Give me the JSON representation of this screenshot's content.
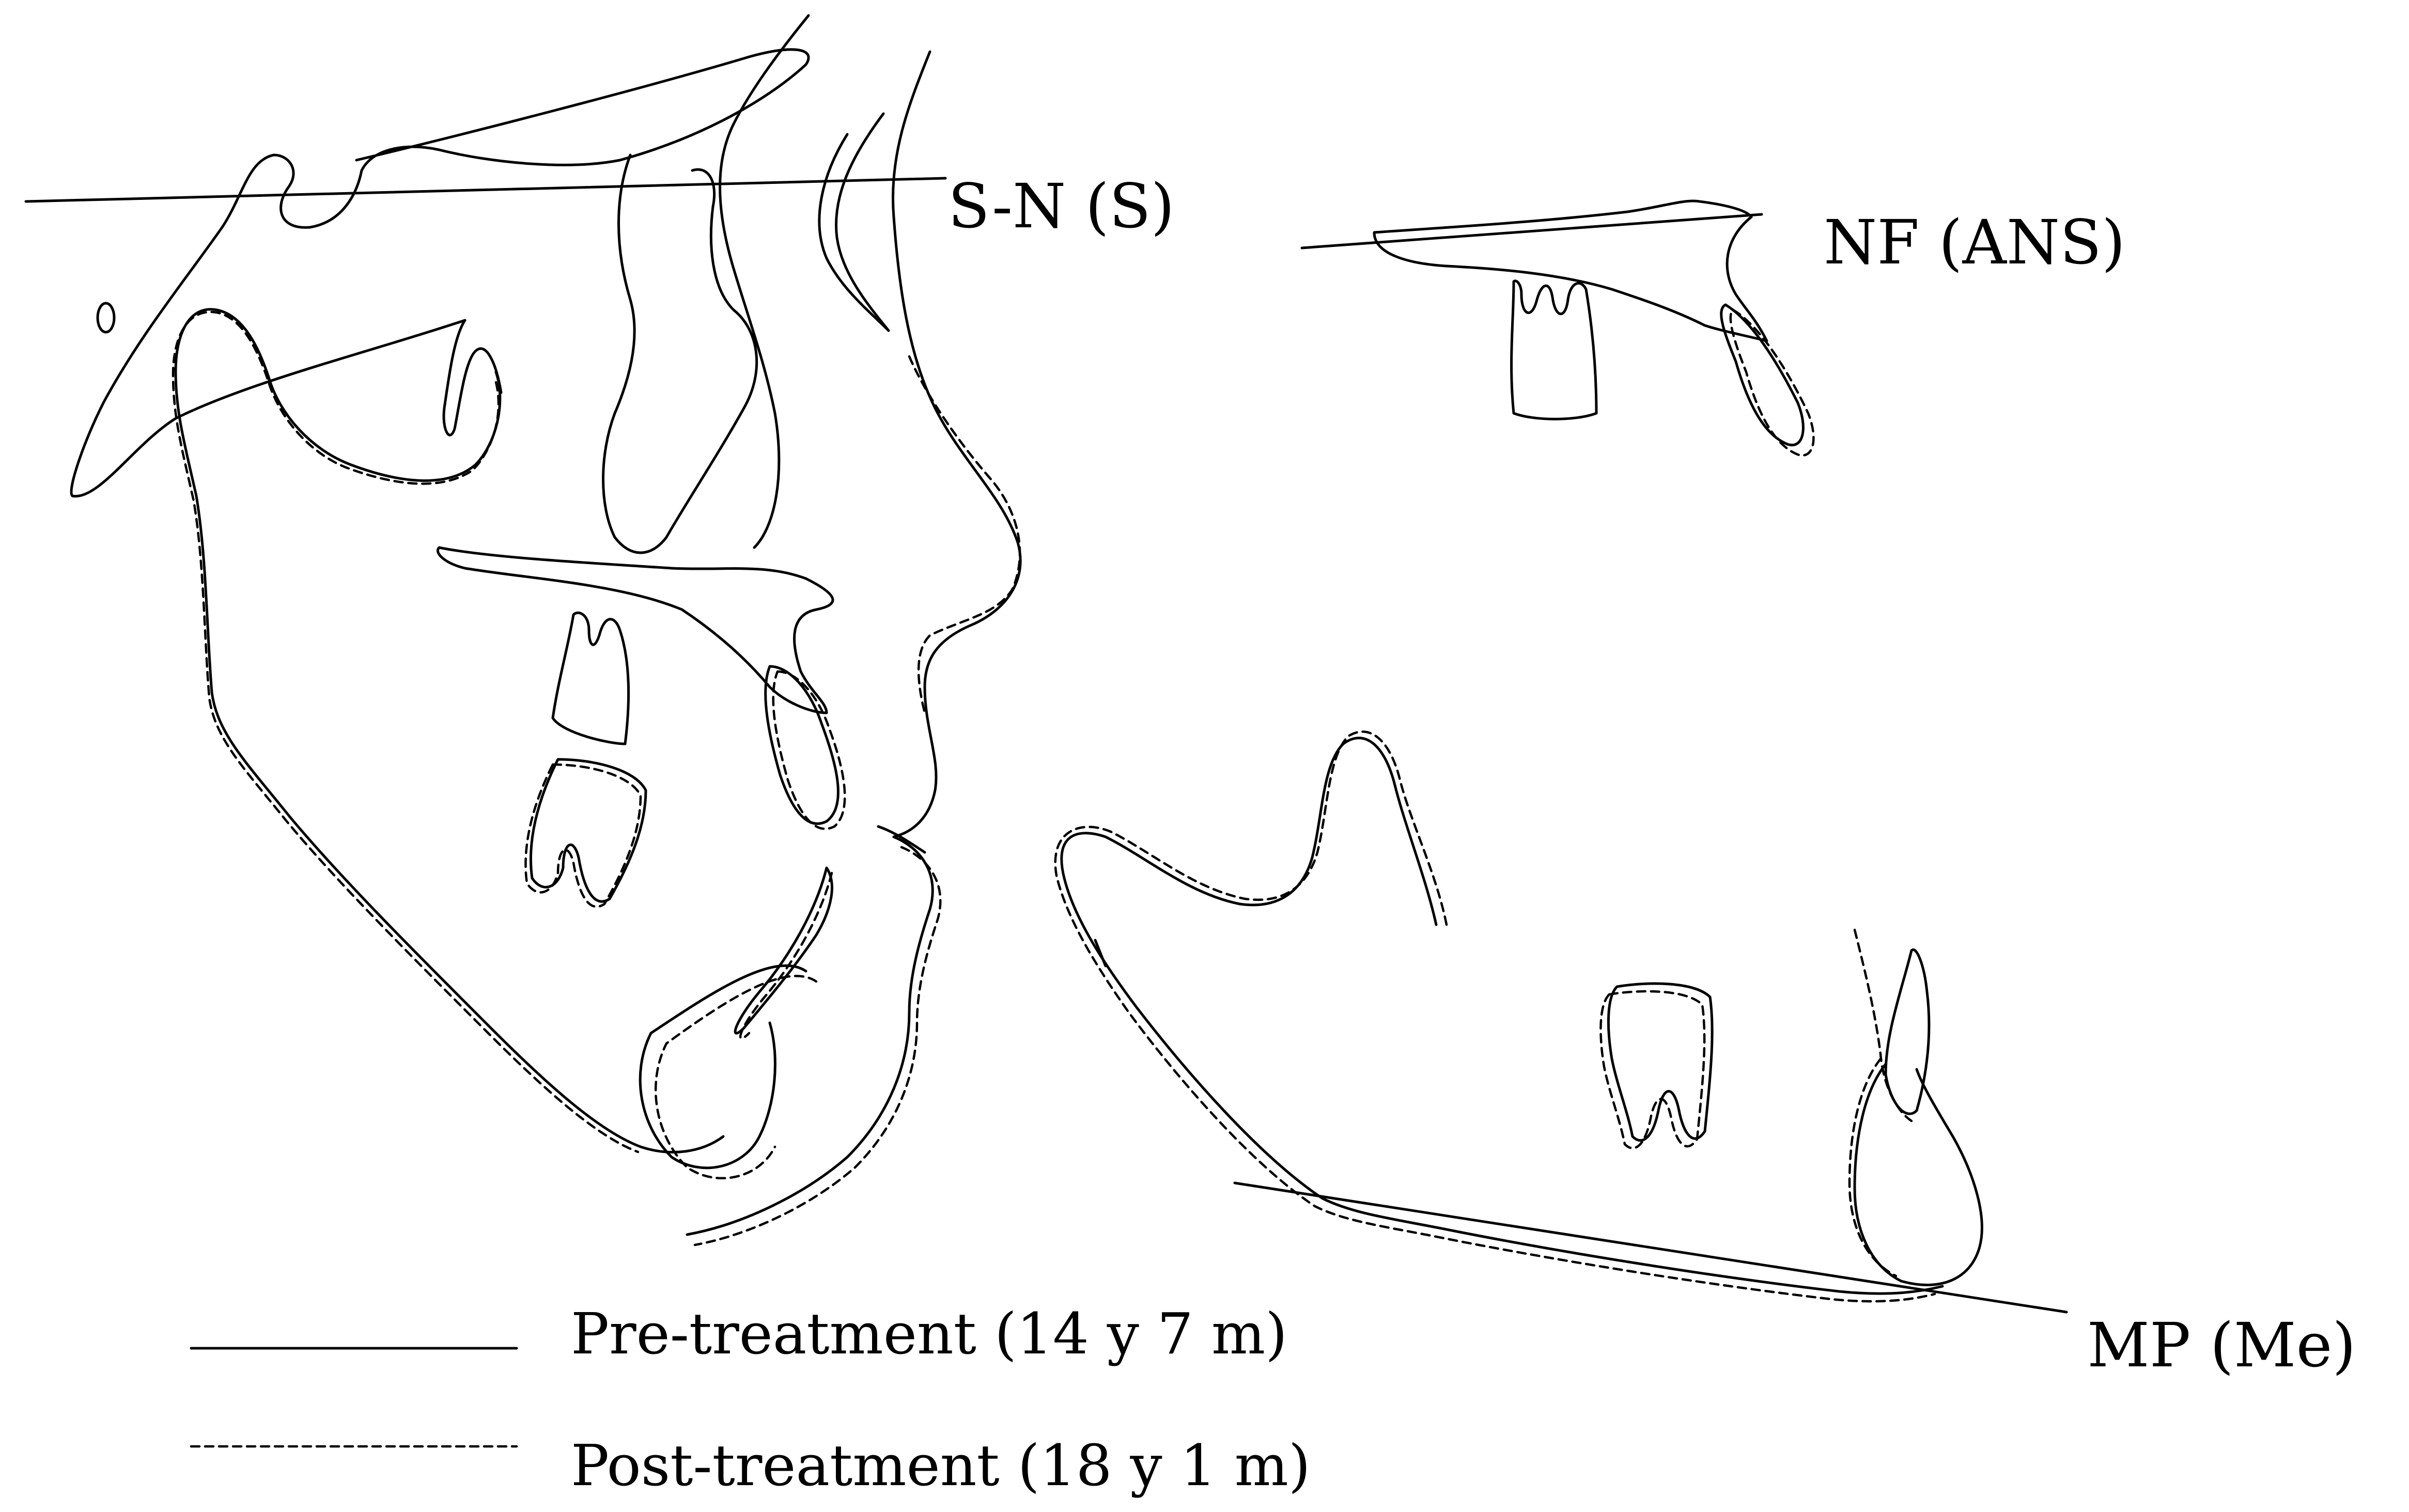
{
  "colors": {
    "ink": "#000000",
    "background": "#ffffff"
  },
  "reference_lines": {
    "sn": "S-N (S)",
    "nf": "NF (ANS)",
    "mp": "MP (Me)"
  },
  "legend": {
    "pre": "Pre-treatment (14 y 7 m)",
    "post": "Post-treatment (18 y 1 m)"
  }
}
